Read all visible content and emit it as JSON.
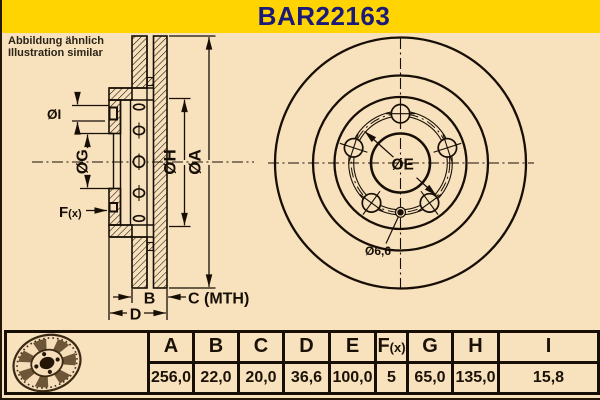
{
  "header": {
    "title": "BAR22163"
  },
  "note": {
    "line1": "Abbildung ähnlich",
    "line2": "Illustration similar"
  },
  "drawing": {
    "labels": {
      "dia_i": "ØI",
      "dia_g": "ØG",
      "f": "F",
      "f_sub": "(x)",
      "dia_h": "ØH",
      "dia_a": "ØA",
      "b": "B",
      "c": "C (MTH)",
      "d": "D",
      "dia_e": "ØE",
      "small_hole": "Ø6,6"
    }
  },
  "table": {
    "columns": [
      {
        "label": "A",
        "value": "256,0"
      },
      {
        "label": "B",
        "value": "22,0"
      },
      {
        "label": "C",
        "value": "20,0"
      },
      {
        "label": "D",
        "value": "36,6"
      },
      {
        "label": "E",
        "value": "100,0"
      },
      {
        "label": "F",
        "label_sub": "(x)",
        "value": "5"
      },
      {
        "label": "G",
        "value": "65,0"
      },
      {
        "label": "H",
        "value": "135,0"
      },
      {
        "label": "I",
        "value": "15,8"
      }
    ]
  },
  "colors": {
    "banner": "#ffd400",
    "background": "#f8e1bd",
    "title": "#1a1a78",
    "ink": "#170f06"
  }
}
